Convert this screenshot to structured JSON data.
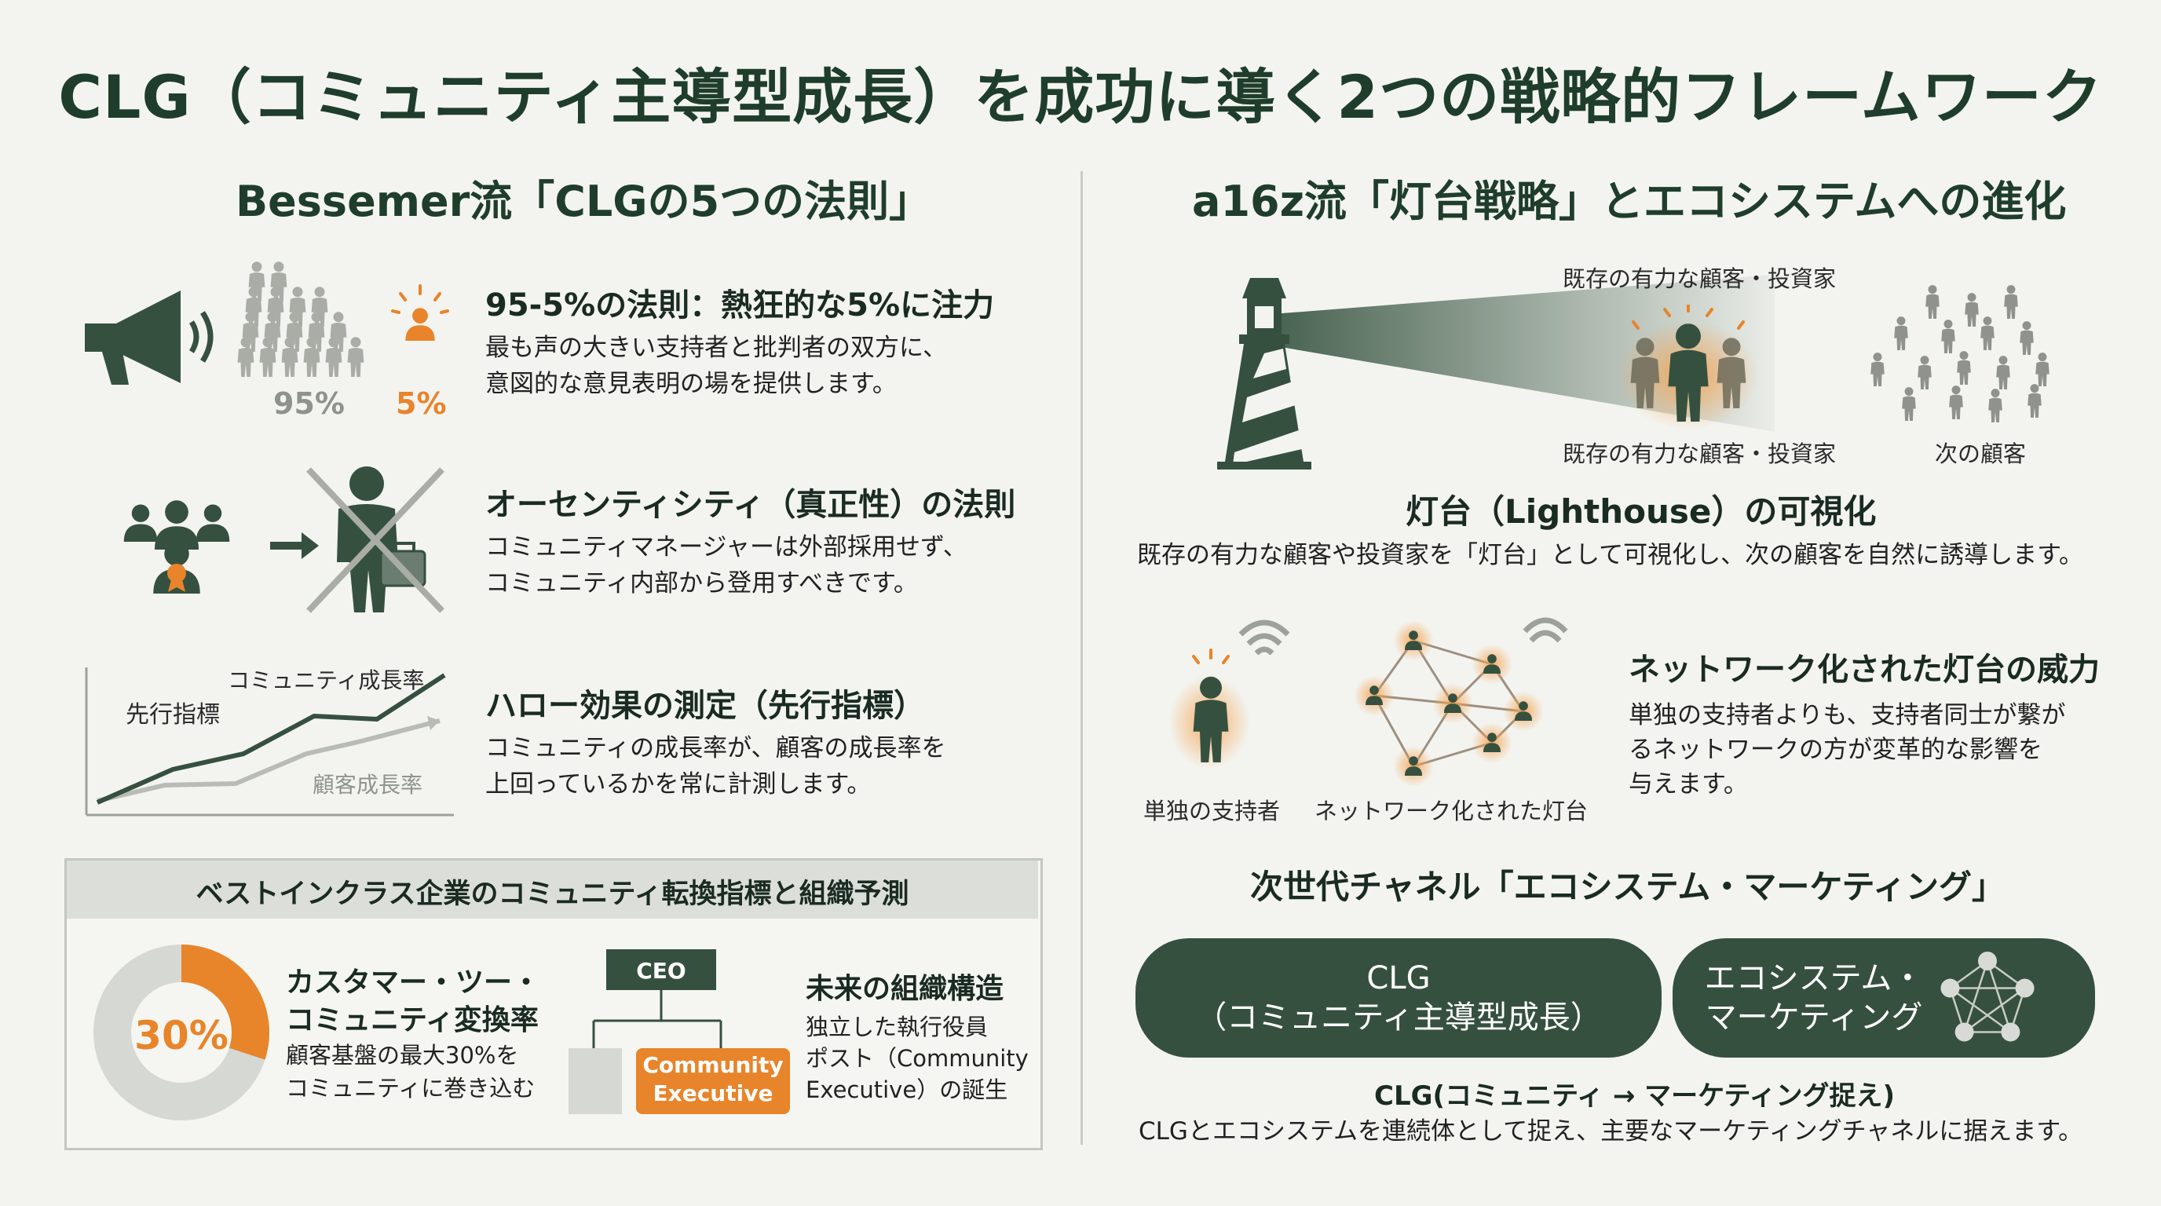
{
  "title": "CLG（コミュニティ主導型成長）を成功に導く2つの戦略的フレームワーク",
  "left": {
    "heading": "Bessemer流「CLGの5つの法則」",
    "rule1": {
      "title": "95-5%の法則：熱狂的な5%に注力",
      "line1": "最も声の大きい支持者と批判者の双方に、",
      "line2": "意図的な意見表明の場を提供します。",
      "label95": "95%",
      "label5": "5%"
    },
    "rule2": {
      "title": "オーセンティシティ（真正性）の法則",
      "line1": "コミュニティマネージャーは外部採用せず、",
      "line2": "コミュニティ内部から登用すべきです。"
    },
    "rule3": {
      "title": "ハロー効果の測定（先行指標）",
      "line1": "コミュニティの成長率が、顧客の成長率を",
      "line2": "上回っているかを常に計測します。",
      "label_leading": "先行指標",
      "label_community": "コミュニティ成長率",
      "label_customer": "顧客成長率"
    },
    "box": {
      "heading": "ベストインクラス企業のコミュニティ転換指標と組織予測",
      "donut_value": "30%",
      "donut_fraction": 0.3,
      "metric_title1": "カスタマー・ツー・",
      "metric_title2": "コミュニティ変換率",
      "metric_line1": "顧客基盤の最大30%を",
      "metric_line2": "コミュニティに巻き込む",
      "org_ceo": "CEO",
      "org_exec1": "Community",
      "org_exec2": "Executive",
      "future_title": "未来の組織構造",
      "future_line1": "独立した執行役員",
      "future_line2": "ポスト（Community",
      "future_line3": "Executive）の誕生"
    }
  },
  "right": {
    "heading": "a16z流「灯台戦略」とエコシステムへの進化",
    "lighthouse": {
      "label_top": "既存の有力な顧客・投資家",
      "label_bottom": "既存の有力な顧客・投資家",
      "label_next": "次の顧客",
      "title": "灯台（Lighthouse）の可視化",
      "desc": "既存の有力な顧客や投資家を「灯台」として可視化し、次の顧客を自然に誘導します。"
    },
    "network": {
      "label_single": "単独の支持者",
      "label_network": "ネットワーク化された灯台",
      "title": "ネットワーク化された灯台の威力",
      "line1": "単独の支持者よりも、支持者同士が繋が",
      "line2": "るネットワークの方が変革的な影響を",
      "line3": "与えます。"
    },
    "channel": {
      "heading": "次世代チャネル「エコシステム・マーケティング」",
      "pill1_line1": "CLG",
      "pill1_line2": "（コミュニティ主導型成長）",
      "pill2_line1": "エコシステム・",
      "pill2_line2": "マーケティング",
      "caption_title": "CLG(コミュニティ → マーケティング捉え)",
      "caption_desc": "CLGとエコシステムを連続体として捉え、主要なマーケティングチャネルに据えます。"
    }
  },
  "colors": {
    "dark_green": "#36503f",
    "orange": "#e8842a",
    "gray": "#a9ada6",
    "background": "#f3f4f0"
  },
  "icons": [
    "megaphone-icon",
    "crowd-icon",
    "person-highlight-icon",
    "team-icon",
    "arrow-right-icon",
    "crossed-person-icon",
    "line-chart-icon",
    "donut-chart-icon",
    "org-chart-icon",
    "lighthouse-icon",
    "network-icon",
    "signal-icon",
    "pentagon-network-icon"
  ]
}
